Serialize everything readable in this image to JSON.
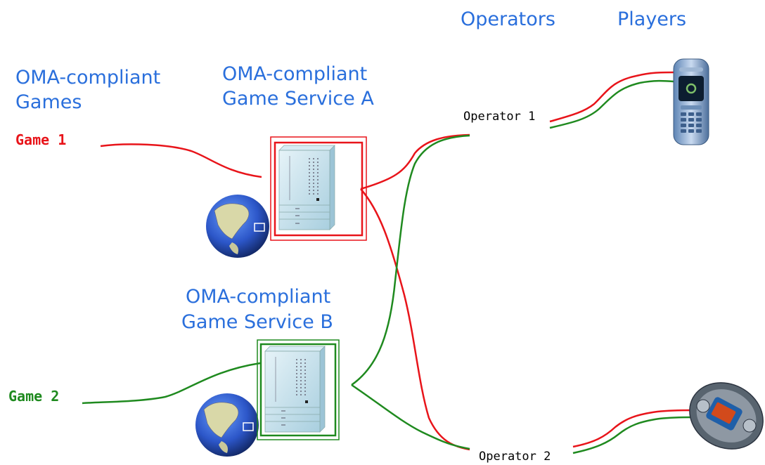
{
  "headers": {
    "operators": "Operators",
    "players": "Players"
  },
  "games_heading": {
    "line1": "OMA-compliant",
    "line2": "Games"
  },
  "service_a": {
    "line1": "OMA-compliant",
    "line2": "Game Service A"
  },
  "service_b": {
    "line1": "OMA-compliant",
    "line2": "Game Service B"
  },
  "games": {
    "game1": "Game 1",
    "game2": "Game 2"
  },
  "operators": {
    "op1": "Operator 1",
    "op2": "Operator 2"
  },
  "colors": {
    "heading": "#2a6fdc",
    "red_link": "#e8141a",
    "green_link": "#1f8a1f"
  },
  "icons": {
    "globe": "globe-icon",
    "server": "server-rack-icon",
    "phone1": "mobile-phone-icon",
    "phone2": "round-mobile-phone-icon"
  }
}
